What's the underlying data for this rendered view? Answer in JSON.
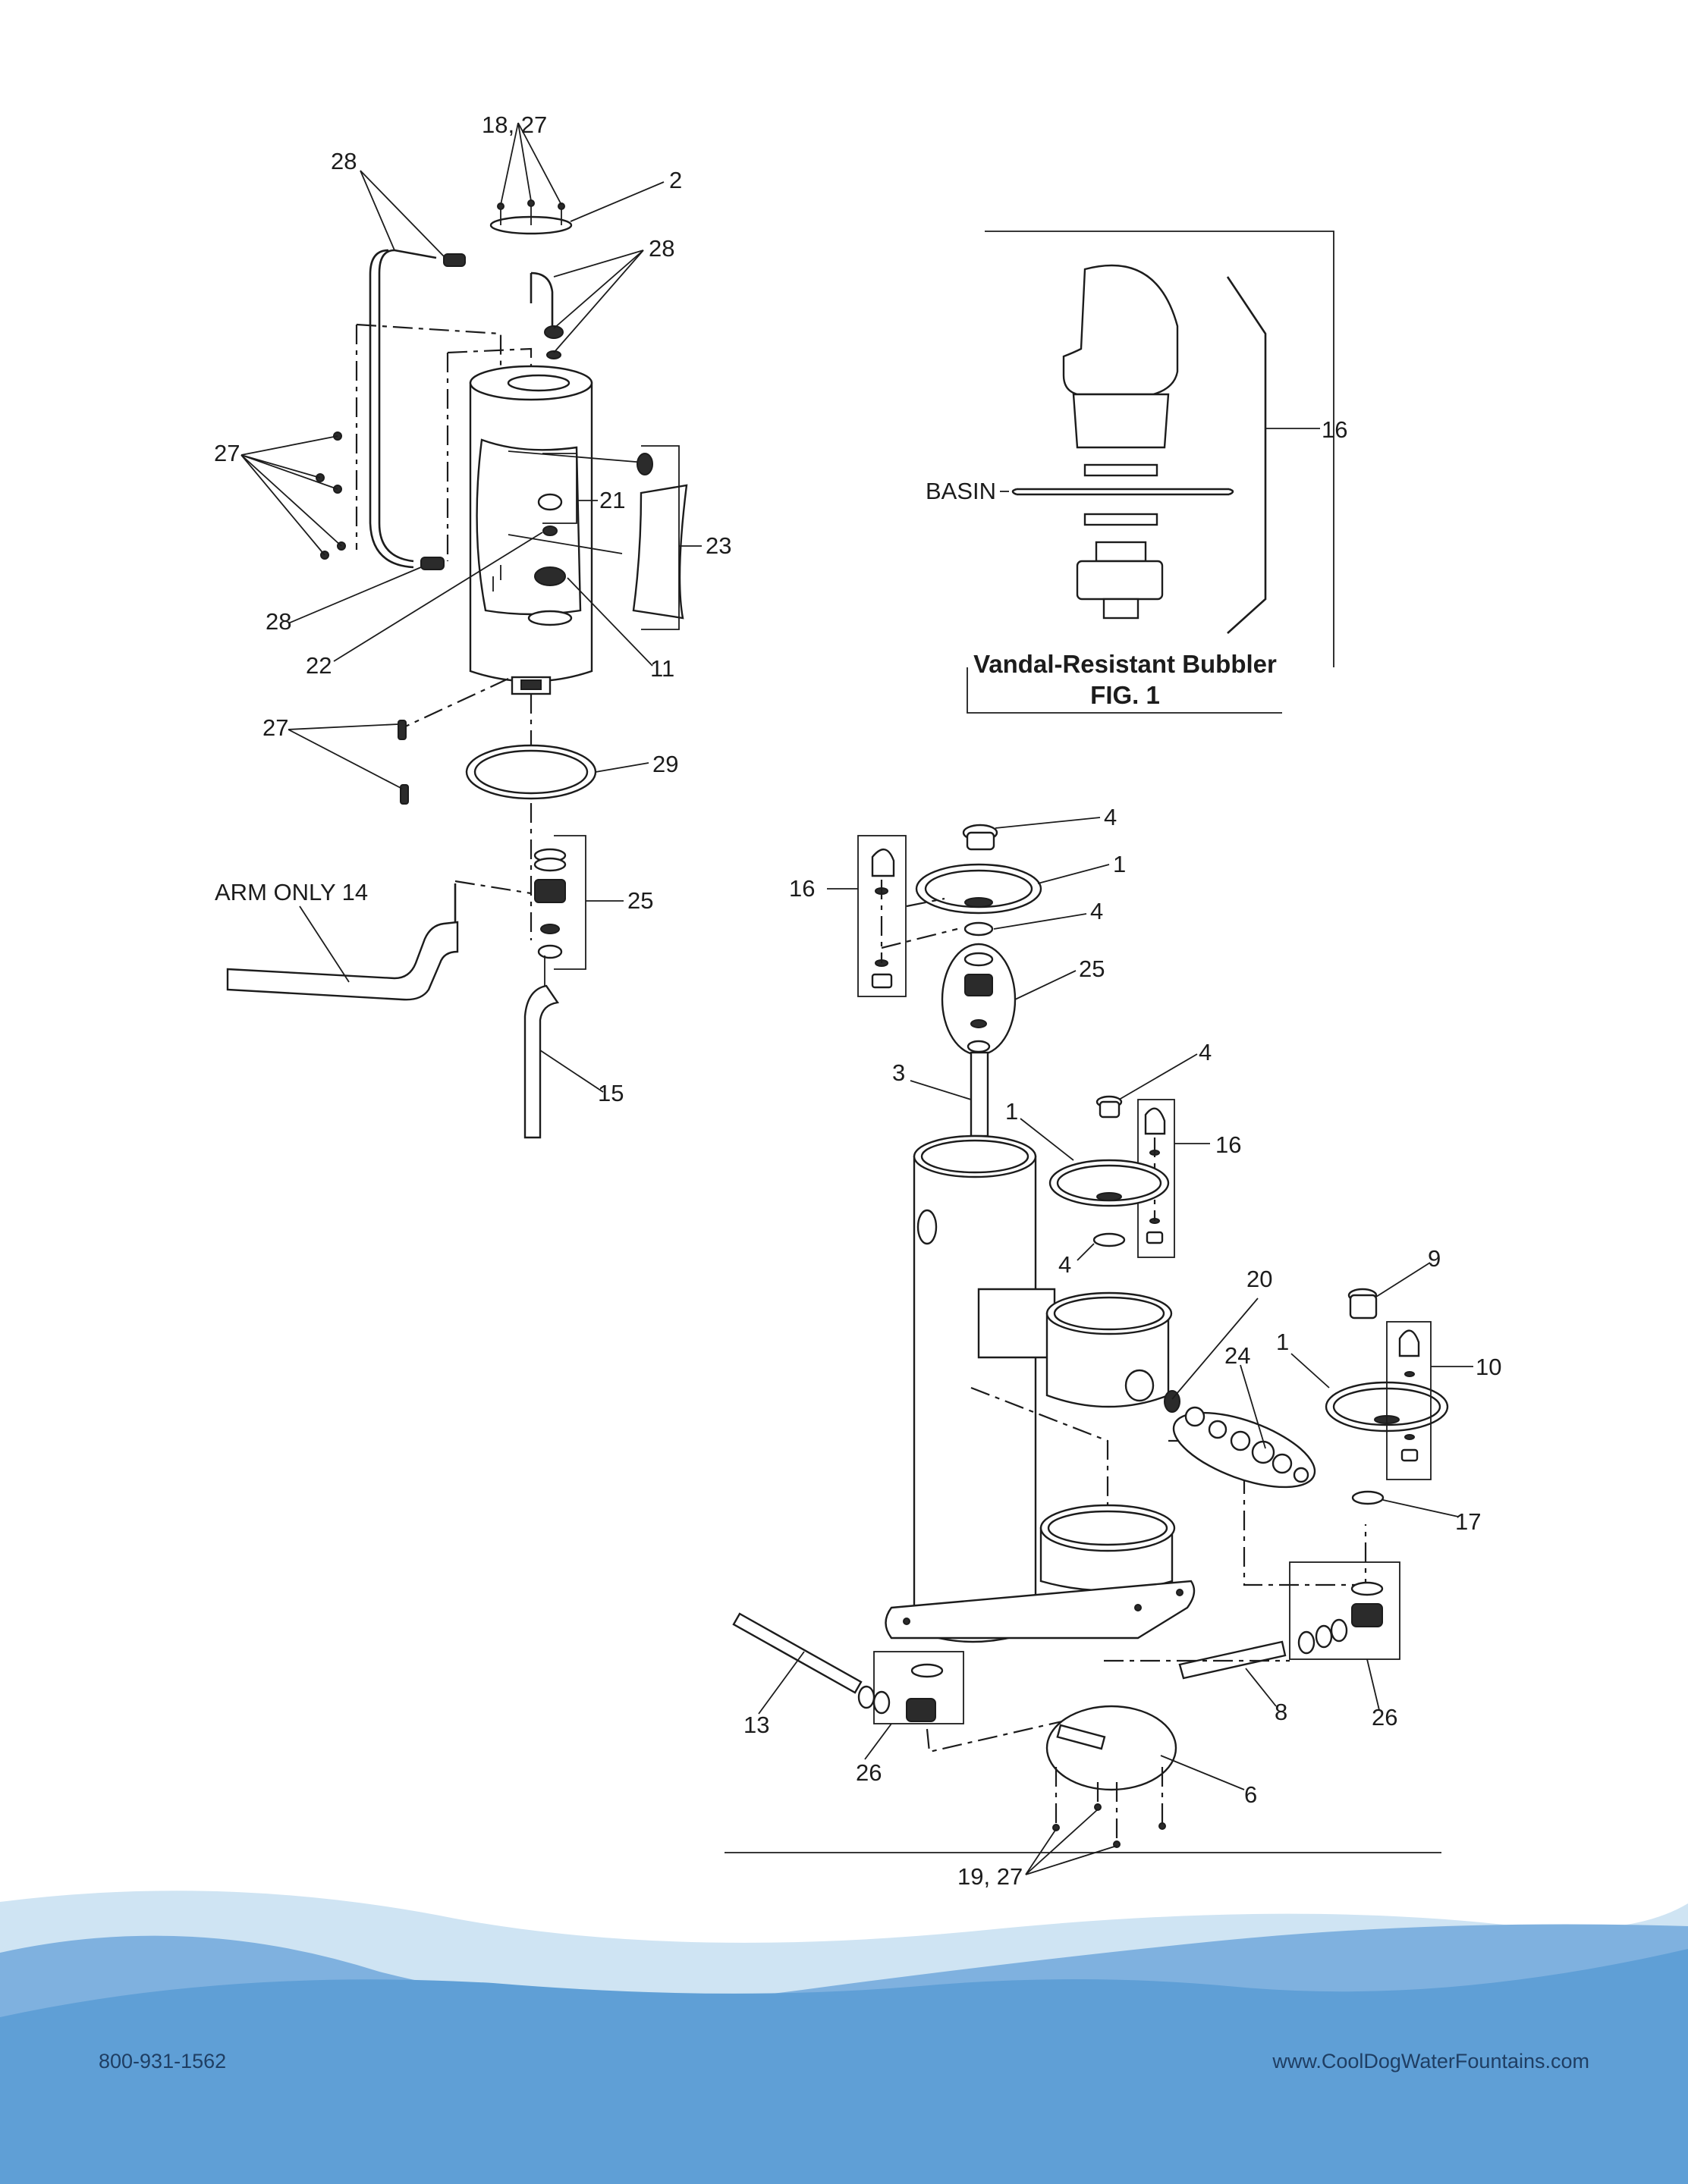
{
  "left_assembly": {
    "labels": [
      "18, 27",
      "2",
      "28",
      "28",
      "27",
      "21",
      "23",
      "28",
      "22",
      "11",
      "27",
      "29",
      "ARM ONLY 14",
      "25",
      "15"
    ]
  },
  "bubbler_detail": {
    "part_label": "16",
    "basin_label": "BASIN",
    "caption_title": "Vandal-Resistant Bubbler",
    "caption_fig": "FIG. 1"
  },
  "right_assembly": {
    "labels": [
      "4",
      "1",
      "16",
      "4",
      "25",
      "3",
      "4",
      "1",
      "16",
      "4",
      "20",
      "9",
      "24",
      "1",
      "10",
      "17",
      "13",
      "8",
      "26",
      "26",
      "6",
      "19, 27"
    ]
  },
  "footer": {
    "phone": "800-931-1562",
    "website": "www.CoolDogWaterFountains.com"
  },
  "colors": {
    "wave_light": "#cfe4f3",
    "wave_mid": "#7fb1df",
    "wave_dark": "#5f9fd6",
    "line": "#1c1c1c"
  }
}
